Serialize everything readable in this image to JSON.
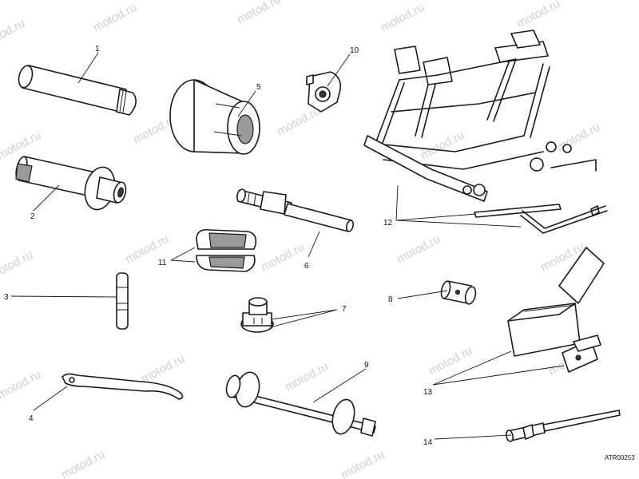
{
  "watermark": "motod.ru",
  "reference_code": "ATR00253",
  "callouts": [
    "1",
    "2",
    "3",
    "4",
    "5",
    "6",
    "7",
    "8",
    "9",
    "10",
    "11",
    "12",
    "13",
    "14"
  ]
}
